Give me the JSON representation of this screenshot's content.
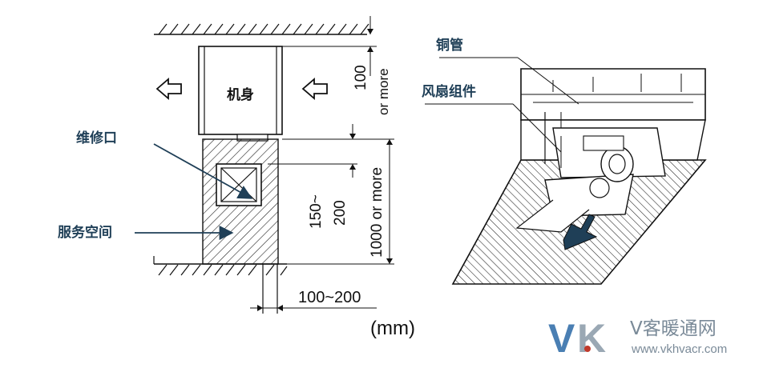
{
  "left_diagram": {
    "unit_label": "机身",
    "access_label": "维修口",
    "service_label": "服务空间",
    "dim_top_value": "100",
    "dim_top_suffix": "or more",
    "dim_access_value": "150~",
    "dim_access_value2": "200",
    "dim_service": "1000 or more",
    "dim_bottom": "100~200",
    "units": "(mm)"
  },
  "right_diagram": {
    "copper_label": "铜管",
    "fan_label": "风扇组件"
  },
  "watermark": {
    "logo_v": "V",
    "logo_k": "K",
    "brand": "V客暖通网",
    "url": "www.vkhvacr.com"
  },
  "colors": {
    "callout": "#1f3f57",
    "logo_v": "#4a7fb3",
    "logo_k": "#9aa8b4",
    "logo_dot": "#c0392b"
  }
}
